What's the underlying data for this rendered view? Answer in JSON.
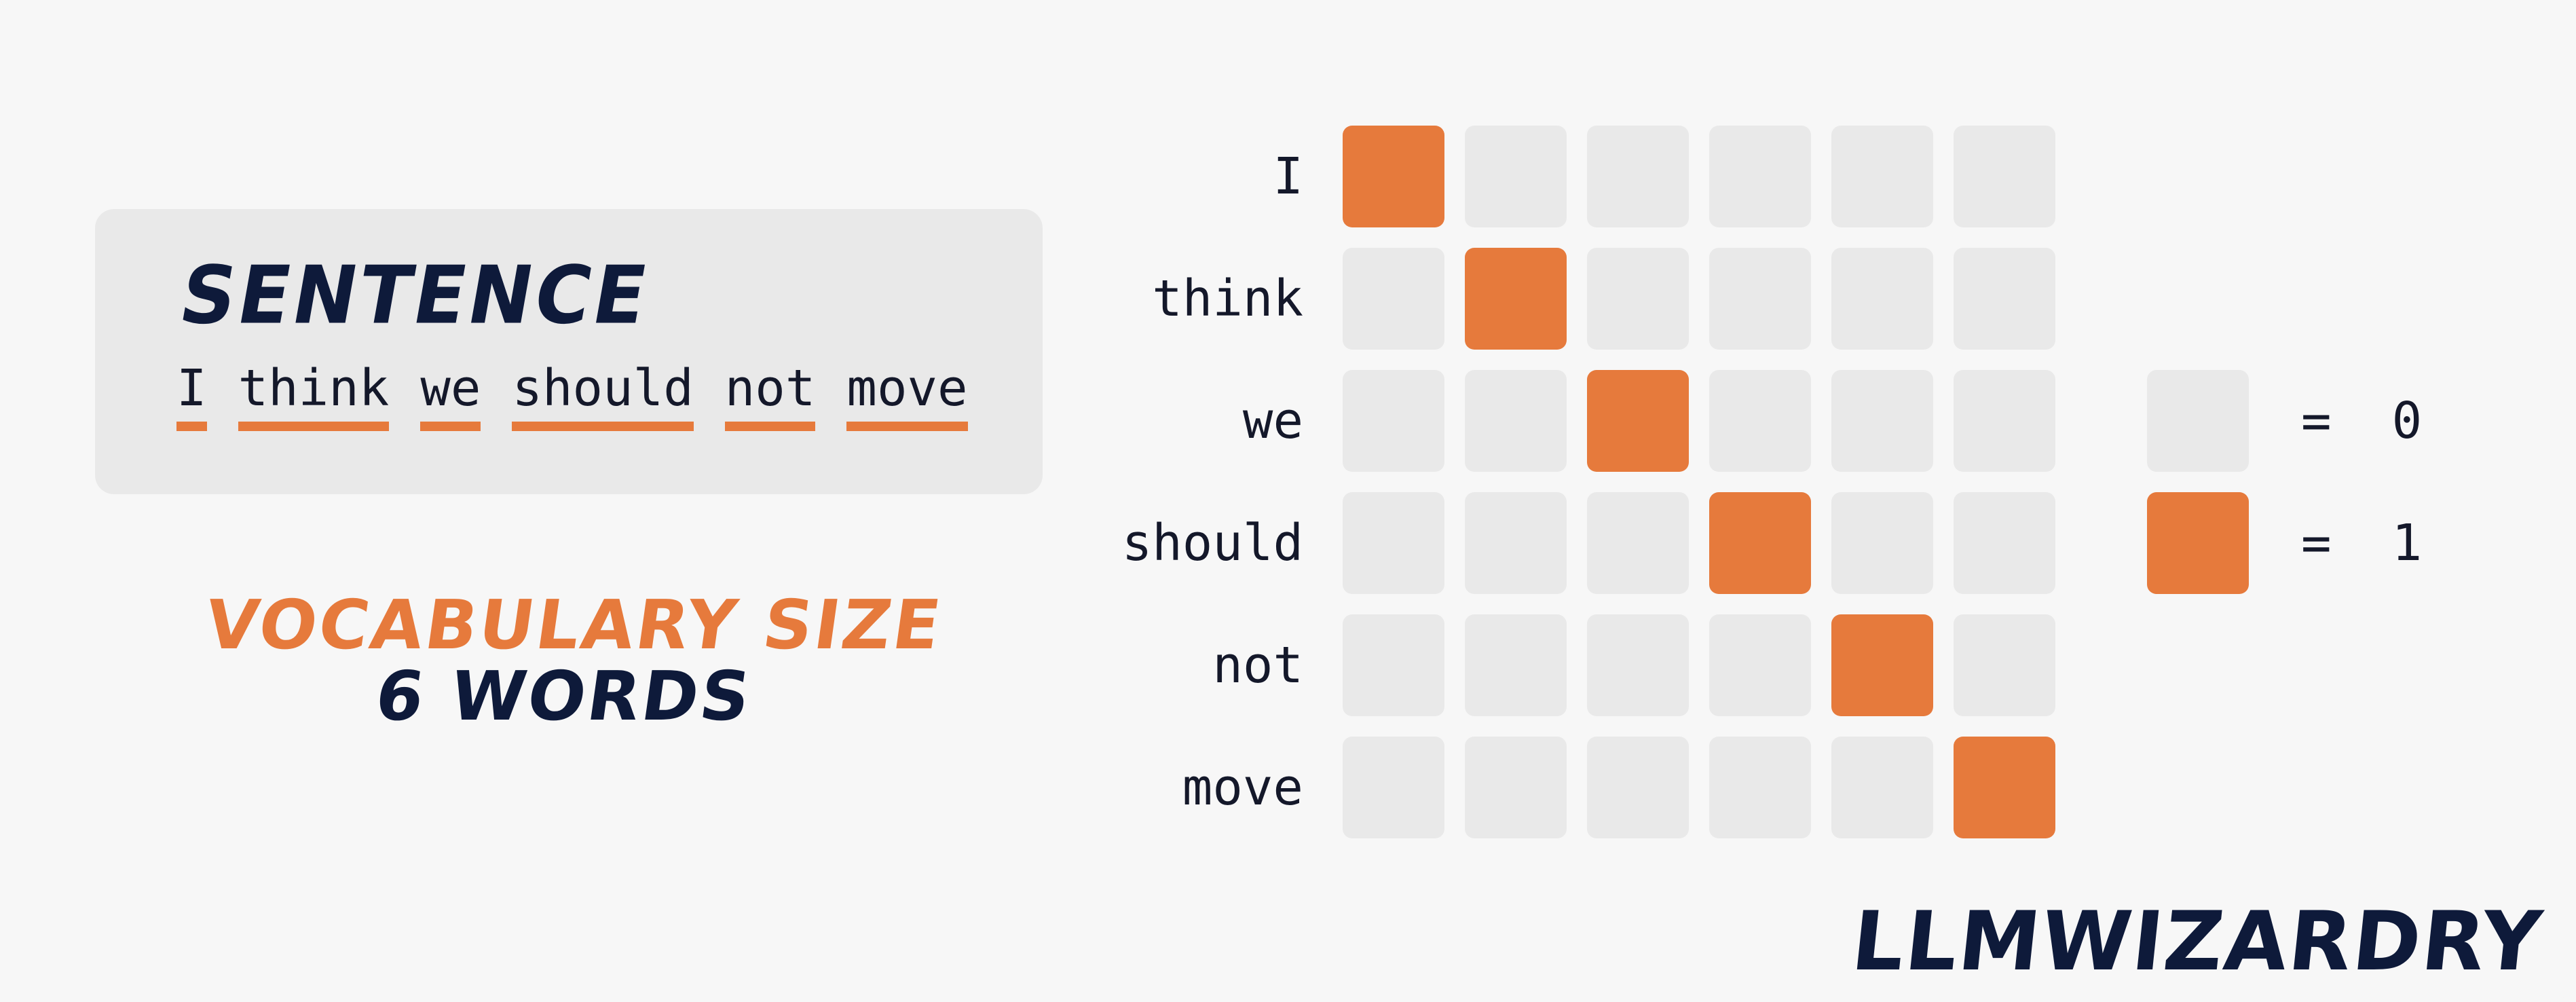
{
  "sentence": {
    "title": "SENTENCE",
    "words": [
      "I",
      "think",
      "we",
      "should",
      "not",
      "move"
    ]
  },
  "vocabulary": {
    "label": "VOCABULARY SIZE",
    "value": "6 WORDS"
  },
  "matrix": {
    "rows": [
      "I",
      "think",
      "we",
      "should",
      "not",
      "move"
    ],
    "values": [
      [
        1,
        0,
        0,
        0,
        0,
        0
      ],
      [
        0,
        1,
        0,
        0,
        0,
        0
      ],
      [
        0,
        0,
        1,
        0,
        0,
        0
      ],
      [
        0,
        0,
        0,
        1,
        0,
        0
      ],
      [
        0,
        0,
        0,
        0,
        1,
        0
      ],
      [
        0,
        0,
        0,
        0,
        0,
        1
      ]
    ]
  },
  "legend": [
    {
      "text": "=  0",
      "value": 0
    },
    {
      "text": "=  1",
      "value": 1
    }
  ],
  "colors": {
    "on": "#e67a3c",
    "off": "#e9e9e9",
    "navy": "#0e1a3a"
  },
  "logo": "LLMWIZARDRY"
}
